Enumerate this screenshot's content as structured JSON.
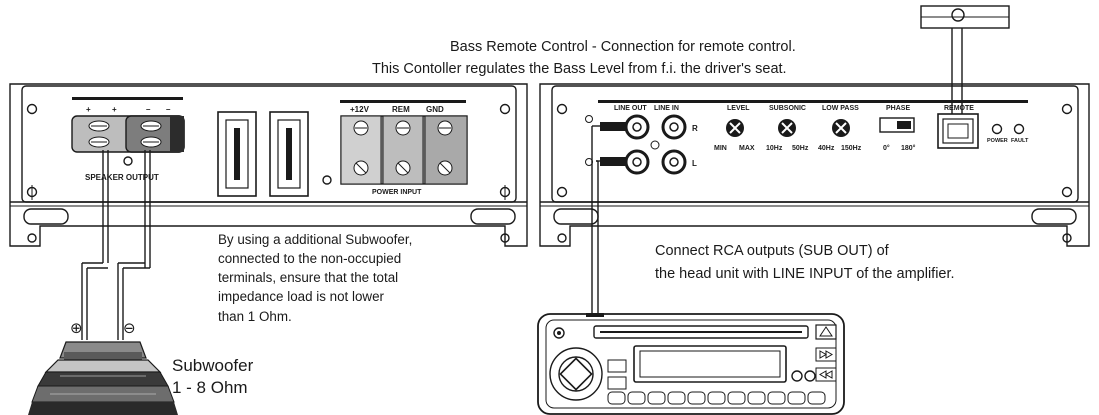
{
  "remote_note": {
    "line1": "Bass Remote Control - Connection for remote control.",
    "line2": "This Contoller regulates the Bass Level from f.i. the driver's seat."
  },
  "left_amp": {
    "terminal_plus_1": "+",
    "terminal_plus_2": "+",
    "terminal_minus_1": "–",
    "terminal_minus_2": "–",
    "speaker_output": "SPEAKER OUTPUT",
    "power_12v": "+12V",
    "power_rem": "REM",
    "power_gnd": "GND",
    "power_input": "POWER INPUT"
  },
  "right_amp": {
    "line_out": "LINE OUT",
    "line_in": "LINE IN",
    "channel_r": "R",
    "channel_l": "L",
    "level": "LEVEL",
    "level_min": "MIN",
    "level_max": "MAX",
    "subsonic": "SUBSONIC",
    "subsonic_low": "10Hz",
    "subsonic_high": "50Hz",
    "low_pass": "LOW PASS",
    "low_pass_low": "40Hz",
    "low_pass_high": "150Hz",
    "phase": "PHASE",
    "phase_0": "0°",
    "phase_180": "180°",
    "remote": "REMOTE",
    "power": "POWER",
    "fault": "FAULT"
  },
  "subwoofer_note": {
    "line1": "By using a additional Subwoofer,",
    "line2": "connected to the non-occupied",
    "line3": "terminals, ensure that the total",
    "line4": "impedance load is not lower",
    "line5": "than 1 Ohm."
  },
  "rca_note": {
    "line1": "Connect RCA outputs (SUB OUT) of",
    "line2": "the head unit with LINE INPUT of the amplifier."
  },
  "subwoofer": {
    "name": "Subwoofer",
    "impedance": "1 - 8 Ohm",
    "plus_symbol": "⊕",
    "minus_symbol": "⊖"
  }
}
